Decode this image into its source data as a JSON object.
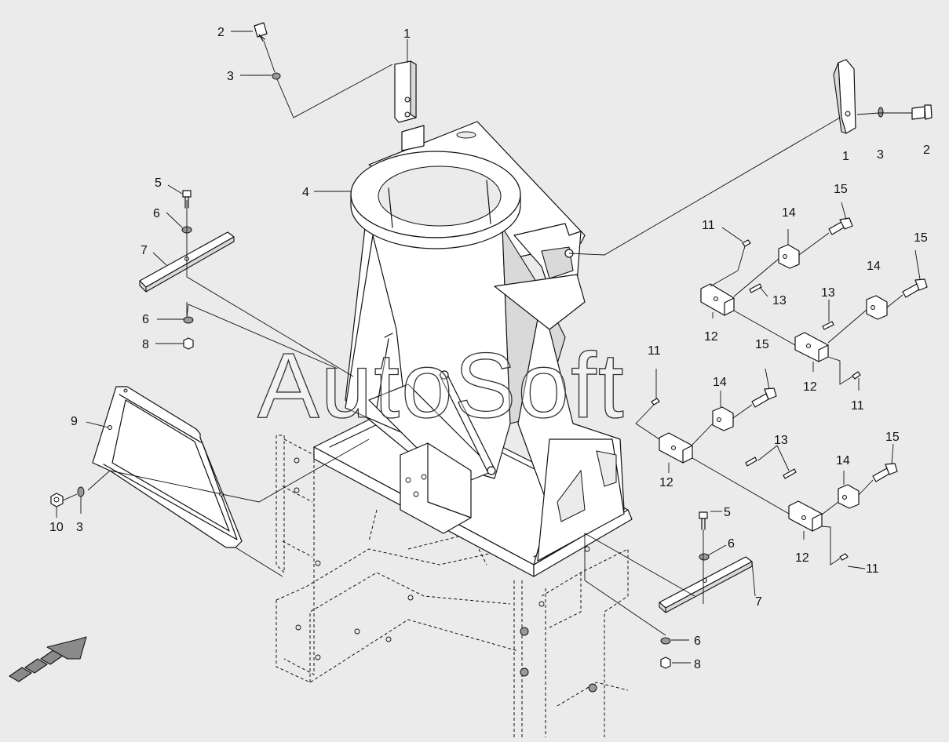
{
  "watermark": "AutoSoft",
  "callouts": [
    {
      "id": "c-1a",
      "label": "1"
    },
    {
      "id": "c-2a",
      "label": "2"
    },
    {
      "id": "c-3a",
      "label": "3"
    },
    {
      "id": "c-1b",
      "label": "1"
    },
    {
      "id": "c-3b",
      "label": "3"
    },
    {
      "id": "c-2b",
      "label": "2"
    },
    {
      "id": "c-4",
      "label": "4"
    },
    {
      "id": "c-5a",
      "label": "5"
    },
    {
      "id": "c-6a",
      "label": "6"
    },
    {
      "id": "c-7a",
      "label": "7"
    },
    {
      "id": "c-6b",
      "label": "6"
    },
    {
      "id": "c-8a",
      "label": "8"
    },
    {
      "id": "c-9",
      "label": "9"
    },
    {
      "id": "c-10",
      "label": "10"
    },
    {
      "id": "c-3c",
      "label": "3"
    },
    {
      "id": "c-11a",
      "label": "11"
    },
    {
      "id": "c-14a",
      "label": "14"
    },
    {
      "id": "c-15a",
      "label": "15"
    },
    {
      "id": "c-15b",
      "label": "15"
    },
    {
      "id": "c-14b",
      "label": "14"
    },
    {
      "id": "c-13a",
      "label": "13"
    },
    {
      "id": "c-13b",
      "label": "13"
    },
    {
      "id": "c-12a",
      "label": "12"
    },
    {
      "id": "c-12b",
      "label": "12"
    },
    {
      "id": "c-11b",
      "label": "11"
    },
    {
      "id": "c-11c",
      "label": "11"
    },
    {
      "id": "c-15c",
      "label": "15"
    },
    {
      "id": "c-14c",
      "label": "14"
    },
    {
      "id": "c-13c",
      "label": "13"
    },
    {
      "id": "c-12c",
      "label": "12"
    },
    {
      "id": "c-15d",
      "label": "15"
    },
    {
      "id": "c-14d",
      "label": "14"
    },
    {
      "id": "c-12d",
      "label": "12"
    },
    {
      "id": "c-11d",
      "label": "11"
    },
    {
      "id": "c-5b",
      "label": "5"
    },
    {
      "id": "c-6c",
      "label": "6"
    },
    {
      "id": "c-7b",
      "label": "7"
    },
    {
      "id": "c-6d",
      "label": "6"
    },
    {
      "id": "c-8b",
      "label": "8"
    }
  ]
}
